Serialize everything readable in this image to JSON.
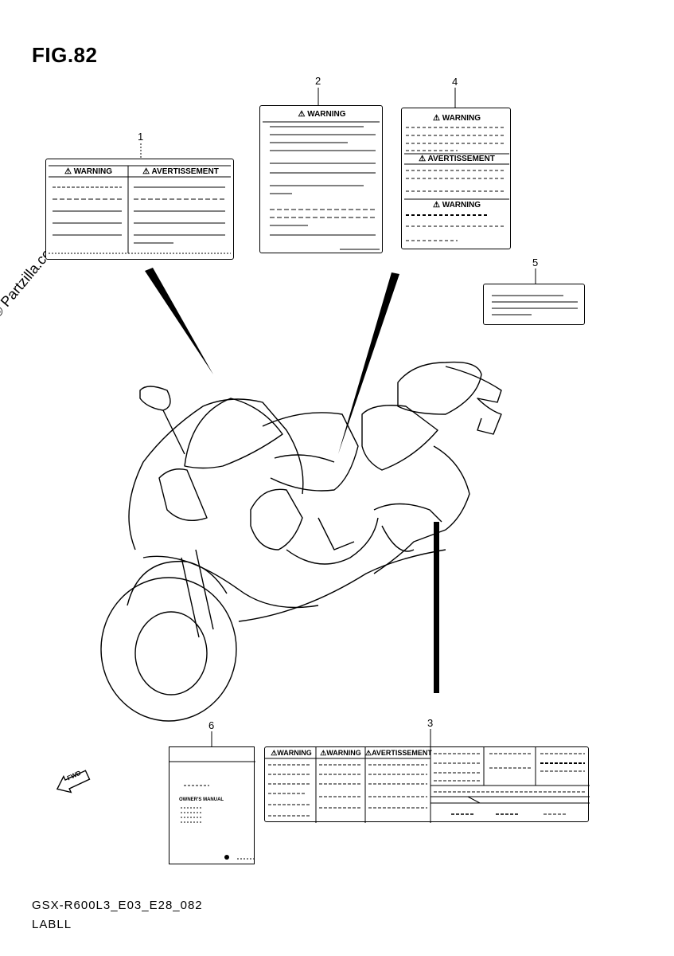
{
  "figure": {
    "title": "FIG.82",
    "code": "GSX-R600L3_E03_E28_082",
    "name": "LABLL",
    "watermark": "© Partzilla.com"
  },
  "callouts": [
    "1",
    "2",
    "3",
    "4",
    "5",
    "6"
  ],
  "labels": {
    "label1": {
      "left_head": "⚠ WARNING",
      "right_head": "⚠ AVERTISSEMENT"
    },
    "label2": {
      "head": "⚠ WARNING"
    },
    "label4": {
      "head1": "⚠ WARNING",
      "head2": "⚠ AVERTISSEMENT",
      "head3": "⚠ WARNING"
    },
    "label3": {
      "head1": "⚠WARNING",
      "head2": "⚠WARNING",
      "head3": "⚠AVERTISSEMENT"
    },
    "manual": {
      "title": "OWNER'S MANUAL"
    }
  },
  "front_marker": "FWD",
  "colors": {
    "line": "#000000",
    "background": "#ffffff"
  }
}
